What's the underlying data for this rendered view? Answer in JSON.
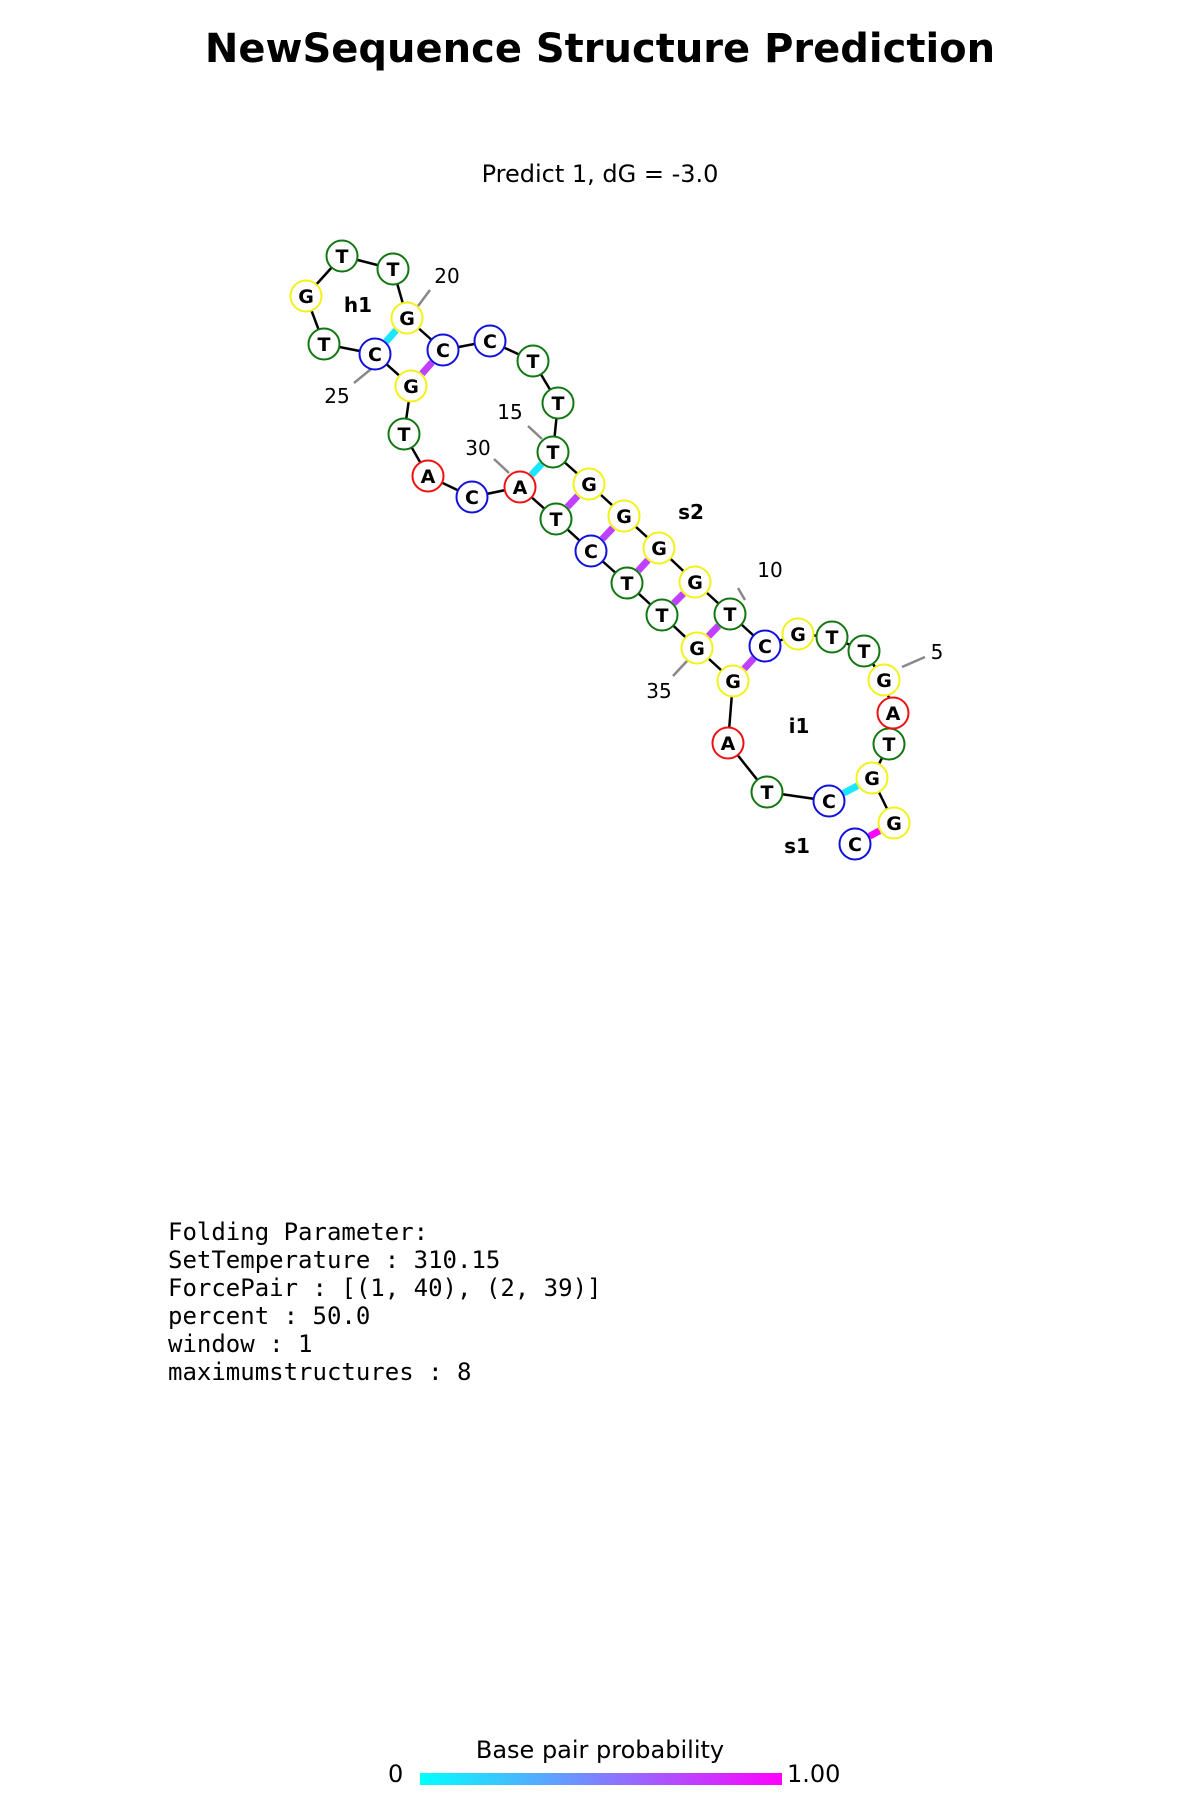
{
  "title": "NewSequence Structure Prediction",
  "subtitle": "Predict 1, dG = -3.0",
  "colors": {
    "A": "#ee1111",
    "C": "#1111dd",
    "G": "#f2f21a",
    "T": "#117711",
    "prob_low": "#00ffff",
    "prob_high": "#ff00ff",
    "backbone": "#000000",
    "position_tick": "#888888"
  },
  "structure": {
    "nucleotides": [
      {
        "index": 1,
        "base": "C"
      },
      {
        "index": 2,
        "base": "G"
      },
      {
        "index": 3,
        "base": "G"
      },
      {
        "index": 4,
        "base": "T"
      },
      {
        "index": 5,
        "base": "A"
      },
      {
        "index": 6,
        "base": "G"
      },
      {
        "index": 7,
        "base": "T"
      },
      {
        "index": 8,
        "base": "T"
      },
      {
        "index": 9,
        "base": "G"
      },
      {
        "index": 10,
        "base": "C"
      },
      {
        "index": 11,
        "base": "T"
      },
      {
        "index": 12,
        "base": "G"
      },
      {
        "index": 13,
        "base": "G"
      },
      {
        "index": 14,
        "base": "G"
      },
      {
        "index": 15,
        "base": "G"
      },
      {
        "index": 16,
        "base": "T"
      },
      {
        "index": 17,
        "base": "T"
      },
      {
        "index": 18,
        "base": "T"
      },
      {
        "index": 19,
        "base": "C"
      },
      {
        "index": 20,
        "base": "C"
      },
      {
        "index": 21,
        "base": "G"
      },
      {
        "index": 22,
        "base": "T"
      },
      {
        "index": 23,
        "base": "T"
      },
      {
        "index": 24,
        "base": "G"
      },
      {
        "index": 25,
        "base": "T"
      },
      {
        "index": 26,
        "base": "C"
      },
      {
        "index": 27,
        "base": "G"
      },
      {
        "index": 28,
        "base": "T"
      },
      {
        "index": 29,
        "base": "A"
      },
      {
        "index": 30,
        "base": "C"
      },
      {
        "index": 31,
        "base": "A"
      },
      {
        "index": 32,
        "base": "T"
      },
      {
        "index": 33,
        "base": "C"
      },
      {
        "index": 34,
        "base": "T"
      },
      {
        "index": 35,
        "base": "T"
      },
      {
        "index": 36,
        "base": "G"
      },
      {
        "index": 37,
        "base": "G"
      },
      {
        "index": 38,
        "base": "A"
      },
      {
        "index": 39,
        "base": "T"
      },
      {
        "index": 40,
        "base": "C"
      }
    ],
    "pairs": [
      {
        "i": 1,
        "j": 2,
        "probability": 1.0
      },
      {
        "i": 3,
        "j": 40,
        "probability": 0.1
      },
      {
        "i": 10,
        "j": 37,
        "probability": 0.75
      },
      {
        "i": 11,
        "j": 36,
        "probability": 0.75
      },
      {
        "i": 12,
        "j": 35,
        "probability": 0.75
      },
      {
        "i": 13,
        "j": 34,
        "probability": 0.75
      },
      {
        "i": 14,
        "j": 33,
        "probability": 0.75
      },
      {
        "i": 15,
        "j": 32,
        "probability": 0.75
      },
      {
        "i": 16,
        "j": 31,
        "probability": 0.1
      },
      {
        "i": 20,
        "j": 27,
        "probability": 0.75
      },
      {
        "i": 21,
        "j": 26,
        "probability": 0.1
      }
    ],
    "position_labels": [
      "5",
      "10",
      "15",
      "20",
      "25",
      "30",
      "35"
    ],
    "loop_labels": [
      "h1",
      "s2",
      "i1",
      "s1"
    ]
  },
  "parameters": {
    "heading": "Folding Parameter:",
    "lines": [
      "SetTemperature : 310.15",
      "ForcePair : [(1, 40), (2, 39)]",
      "percent : 50.0",
      "window : 1",
      "maximumstructures : 8"
    ]
  },
  "legend": {
    "title": "Base pair probability",
    "min_label": "0",
    "max_label": "1.00"
  }
}
